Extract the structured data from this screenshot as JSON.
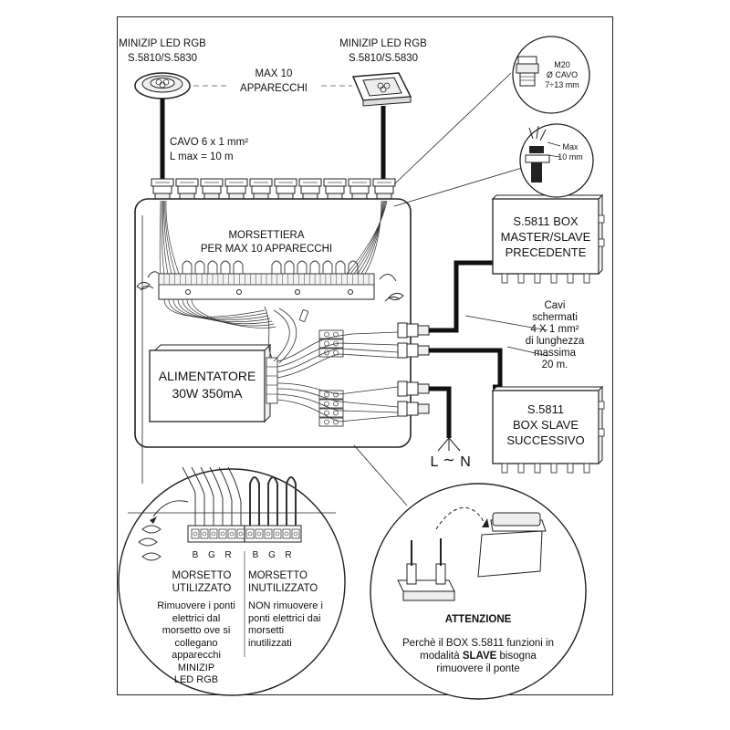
{
  "lights": {
    "left": {
      "name": "MINIZIP LED RGB",
      "code": "S.5810/S.5830"
    },
    "right": {
      "name": "MINIZIP LED RGB",
      "code": "S.5810/S.5830"
    },
    "max": {
      "line1": "MAX  10",
      "line2": "APPARECCHI"
    }
  },
  "cable": {
    "line1": "CAVO  6 x 1 mm²",
    "line2": "L max = 10 m"
  },
  "gland": {
    "line1": "M20",
    "line2": "Ø CAVO",
    "line3": "7÷13 mm"
  },
  "strip": {
    "line1": "Max",
    "line2": "10 mm"
  },
  "terminal": {
    "line1": "MORSETTIERA",
    "line2": "PER MAX 10 APPARECCHI"
  },
  "psu": {
    "line1": "ALIMENTATORE",
    "line2": "30W 350mA"
  },
  "box_master": {
    "line1": "S.5811 BOX",
    "line2": "MASTER/SLAVE",
    "line3": "PRECEDENTE"
  },
  "box_slave": {
    "line1": "S.5811",
    "line2": "BOX SLAVE",
    "line3": "SUCCESSIVO"
  },
  "shielded": {
    "line1": "Cavi",
    "line2": "schermati",
    "line3": "4 X 1 mm²",
    "line4": "di lunghezza",
    "line5": "massima",
    "line6": "20 m."
  },
  "mains": {
    "l": "L",
    "tilde": "∼",
    "n": "N"
  },
  "detail_left": {
    "pins": [
      "B",
      "G",
      "R",
      "B",
      "G",
      "R"
    ],
    "used_title1": "MORSETTO",
    "used_title2": "UTILIZZATO",
    "unused_title1": "MORSETTO",
    "unused_title2": "INUTILIZZATO",
    "used_text": [
      "Rimuovere i ponti",
      "elettrici dal",
      "morsetto ove si",
      "collegano",
      "apparecchi",
      "MINIZIP",
      "LED RGB"
    ],
    "unused_text": [
      "NON rimuovere i",
      "ponti elettrici dai",
      "morsetti",
      "inutilizzati"
    ]
  },
  "detail_right": {
    "title": "ATTENZIONE",
    "line1": "Perchè il BOX S.5811 funzioni in",
    "line2_pre": "modalità ",
    "line2_bold": "SLAVE",
    "line2_post": " bisogna",
    "line3": "rimuovere il ponte"
  }
}
